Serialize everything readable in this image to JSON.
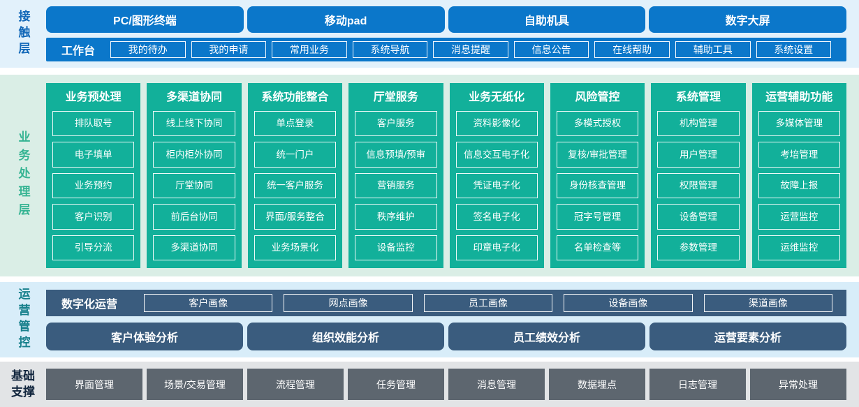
{
  "colors": {
    "primary_blue": "#0b77ca",
    "contact_bg": "#e2f1fb",
    "teal": "#12b09a",
    "business_bg": "#daeee6",
    "slate_blue": "#3a5c7e",
    "ops_bg": "#d8edf9",
    "gray_button": "#5d666f",
    "base_bg": "#e2e4e6",
    "contact_label_color": "#1268b8",
    "business_label_color": "#35b493",
    "ops_label_color": "#17808c",
    "base_label_color": "#12263e"
  },
  "contact_layer": {
    "label": "接触层",
    "terminals": [
      "PC/图形终端",
      "移动pad",
      "自助机具",
      "数字大屏"
    ],
    "workbench": {
      "label": "工作台",
      "items": [
        "我的待办",
        "我的申请",
        "常用业务",
        "系统导航",
        "消息提醒",
        "信息公告",
        "在线帮助",
        "辅助工具",
        "系统设置"
      ]
    }
  },
  "business_layer": {
    "label": "业务处理层",
    "columns": [
      {
        "title": "业务预处理",
        "items": [
          "排队取号",
          "电子填单",
          "业务预约",
          "客户识别",
          "引导分流"
        ]
      },
      {
        "title": "多渠道协同",
        "items": [
          "线上线下协同",
          "柜内柜外协同",
          "厅堂协同",
          "前后台协同",
          "多渠道协同"
        ]
      },
      {
        "title": "系统功能整合",
        "items": [
          "单点登录",
          "统一门户",
          "统一客户服务",
          "界面/服务整合",
          "业务场景化"
        ]
      },
      {
        "title": "厅堂服务",
        "items": [
          "客户服务",
          "信息预填/预审",
          "营销服务",
          "秩序维护",
          "设备监控"
        ]
      },
      {
        "title": "业务无纸化",
        "items": [
          "资料影像化",
          "信息交互电子化",
          "凭证电子化",
          "签名电子化",
          "印章电子化"
        ]
      },
      {
        "title": "风险管控",
        "items": [
          "多模式授权",
          "复核/审批管理",
          "身份核查管理",
          "冠字号管理",
          "名单检查等"
        ]
      },
      {
        "title": "系统管理",
        "items": [
          "机构管理",
          "用户管理",
          "权限管理",
          "设备管理",
          "参数管理"
        ]
      },
      {
        "title": "运营辅助功能",
        "items": [
          "多媒体管理",
          "考培管理",
          "故障上报",
          "运营监控",
          "运维监控"
        ]
      }
    ]
  },
  "ops_layer": {
    "label": "运营管控",
    "digital_ops": {
      "label": "数字化运营",
      "items": [
        "客户画像",
        "网点画像",
        "员工画像",
        "设备画像",
        "渠道画像"
      ]
    },
    "analysis": [
      "客户体验分析",
      "组织效能分析",
      "员工绩效分析",
      "运营要素分析"
    ]
  },
  "base_layer": {
    "label": "基础支撑",
    "items": [
      "界面管理",
      "场景/交易管理",
      "流程管理",
      "任务管理",
      "消息管理",
      "数据埋点",
      "日志管理",
      "异常处理"
    ]
  }
}
